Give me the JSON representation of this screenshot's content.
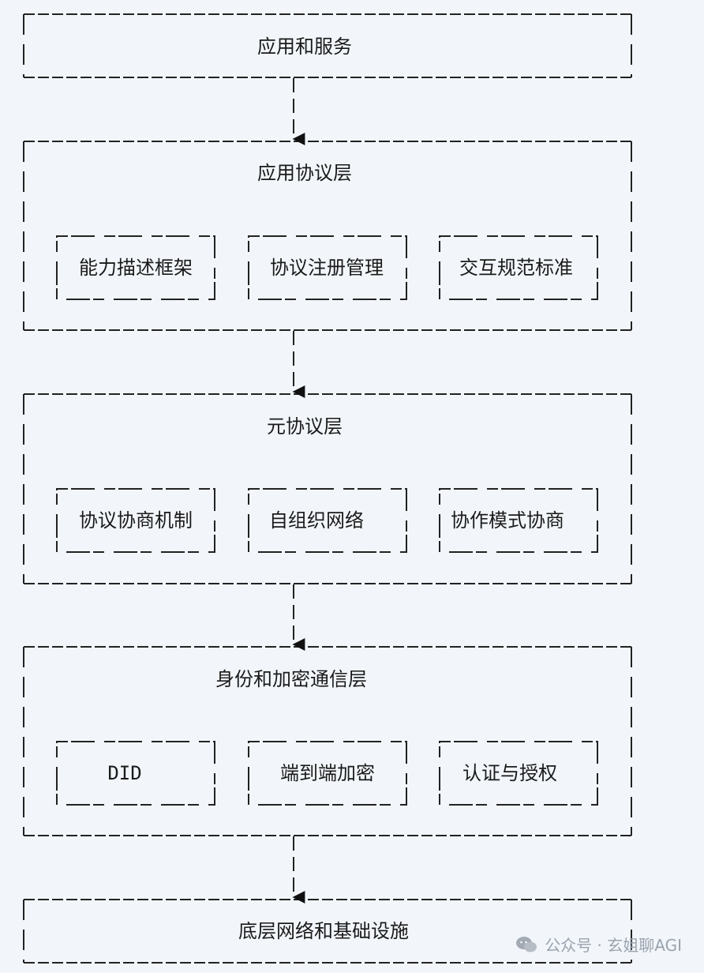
{
  "layers": [
    {
      "title": "应用和服务",
      "items": []
    },
    {
      "title": "应用协议层",
      "items": [
        "能力描述框架",
        "协议注册管理",
        "交互规范标准"
      ]
    },
    {
      "title": "元协议层",
      "items": [
        "协议协商机制",
        "自组织网络",
        "协作模式协商"
      ]
    },
    {
      "title": "身份和加密通信层",
      "items": [
        "DID",
        "端到端加密",
        "认证与授权"
      ]
    },
    {
      "title": "底层网络和基础设施",
      "items": []
    }
  ],
  "watermark": {
    "text": "公众号 · 玄姐聊AGI",
    "icon": "wechat-icon"
  }
}
